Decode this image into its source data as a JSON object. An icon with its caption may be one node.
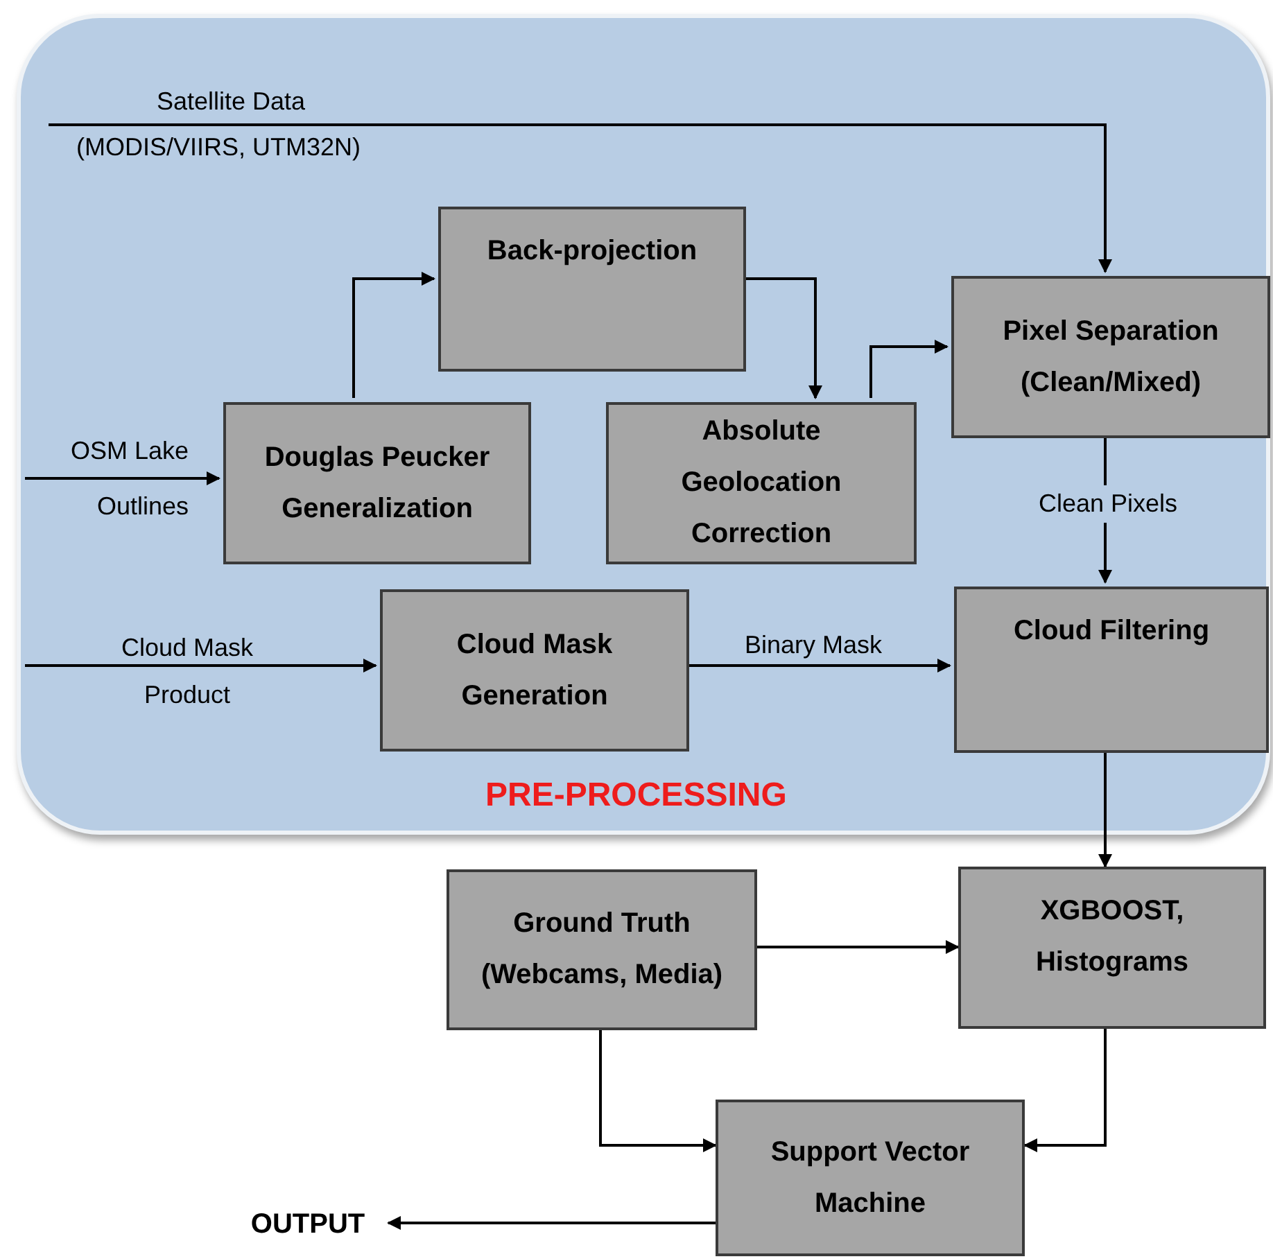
{
  "diagram": {
    "nodes": [
      {
        "text": [
          "PRE-PROCESSING"
        ]
      },
      {
        "text": [
          "Back-projection"
        ],
        "in": 0
      },
      {
        "text": [
          "Pixel Separation (Clean/Mixed)"
        ],
        "in": 0
      },
      {
        "text": [
          "Douglas Peucker Generalization"
        ],
        "in": 0
      },
      {
        "text": [
          "Absolute Geolocation Correction"
        ],
        "in": 0
      },
      {
        "text": [
          "Cloud Mask Generation"
        ],
        "in": 0
      },
      {
        "text": [
          "Cloud Filtering"
        ],
        "in": 0
      },
      {
        "text": [
          "Ground Truth (Webcams, Media)"
        ]
      },
      {
        "text": [
          "XGBOOST, Histograms"
        ]
      },
      {
        "text": [
          "Support Vector Machine"
        ]
      },
      {
        "text": [
          "OUTPUT"
        ]
      }
    ],
    "edges": [
      {
        "from": null,
        "to": 2,
        "arrow": "to",
        "label": "Satellite Data"
      },
      {
        "from": null,
        "to": 3,
        "arrow": "to",
        "label": "OSM Lake Outlines"
      },
      {
        "from": 3,
        "to": 1,
        "arrow": "to"
      },
      {
        "from": 1,
        "to": 4,
        "arrow": "to"
      },
      {
        "from": 4,
        "to": 2,
        "arrow": "to"
      },
      {
        "from": 2,
        "to": 6,
        "arrow": "to",
        "label": "Clean Pixels"
      },
      {
        "from": null,
        "to": 5,
        "arrow": "to",
        "label": "Cloud Mask Product"
      },
      {
        "from": 5,
        "to": 6,
        "arrow": "to",
        "label": "Binary Mask"
      },
      {
        "from": 6,
        "to": 8,
        "arrow": "to"
      },
      {
        "from": 7,
        "to": 8,
        "arrow": "to"
      },
      {
        "from": 7,
        "to": 9,
        "arrow": "to"
      },
      {
        "from": 8,
        "to": 9,
        "arrow": "to"
      },
      {
        "from": 9,
        "to": 10,
        "arrow": "to"
      }
    ],
    "labels": [
      "(MODIS/VIIRS, UTM32N)"
    ]
  }
}
